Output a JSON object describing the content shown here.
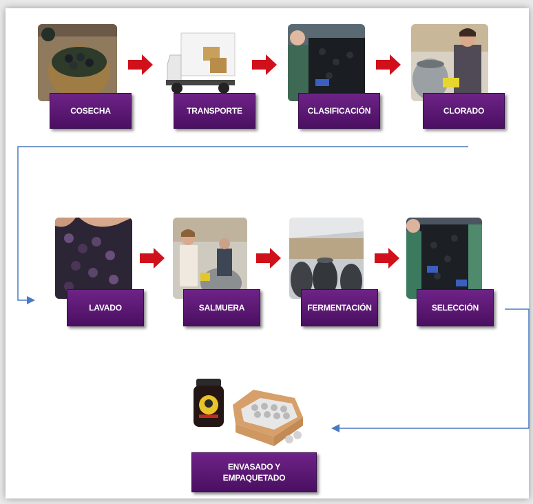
{
  "steps": {
    "cosecha": "COSECHA",
    "transporte": "TRANSPORTE",
    "clasificacion": "CLASIFICACIÓN",
    "clorado": "CLORADO",
    "lavado": "LAVADO",
    "salmuera": "SALMUERA",
    "fermentacion": "FERMENTACIÓN",
    "seleccion": "SELECCIÓN",
    "envasado_line1": "ENVASADO Y",
    "envasado_line2": "EMPAQUETADO"
  },
  "colors": {
    "label_bg": "#5a1873",
    "arrow_red": "#d0101a",
    "connector_blue": "#4a78c2"
  }
}
